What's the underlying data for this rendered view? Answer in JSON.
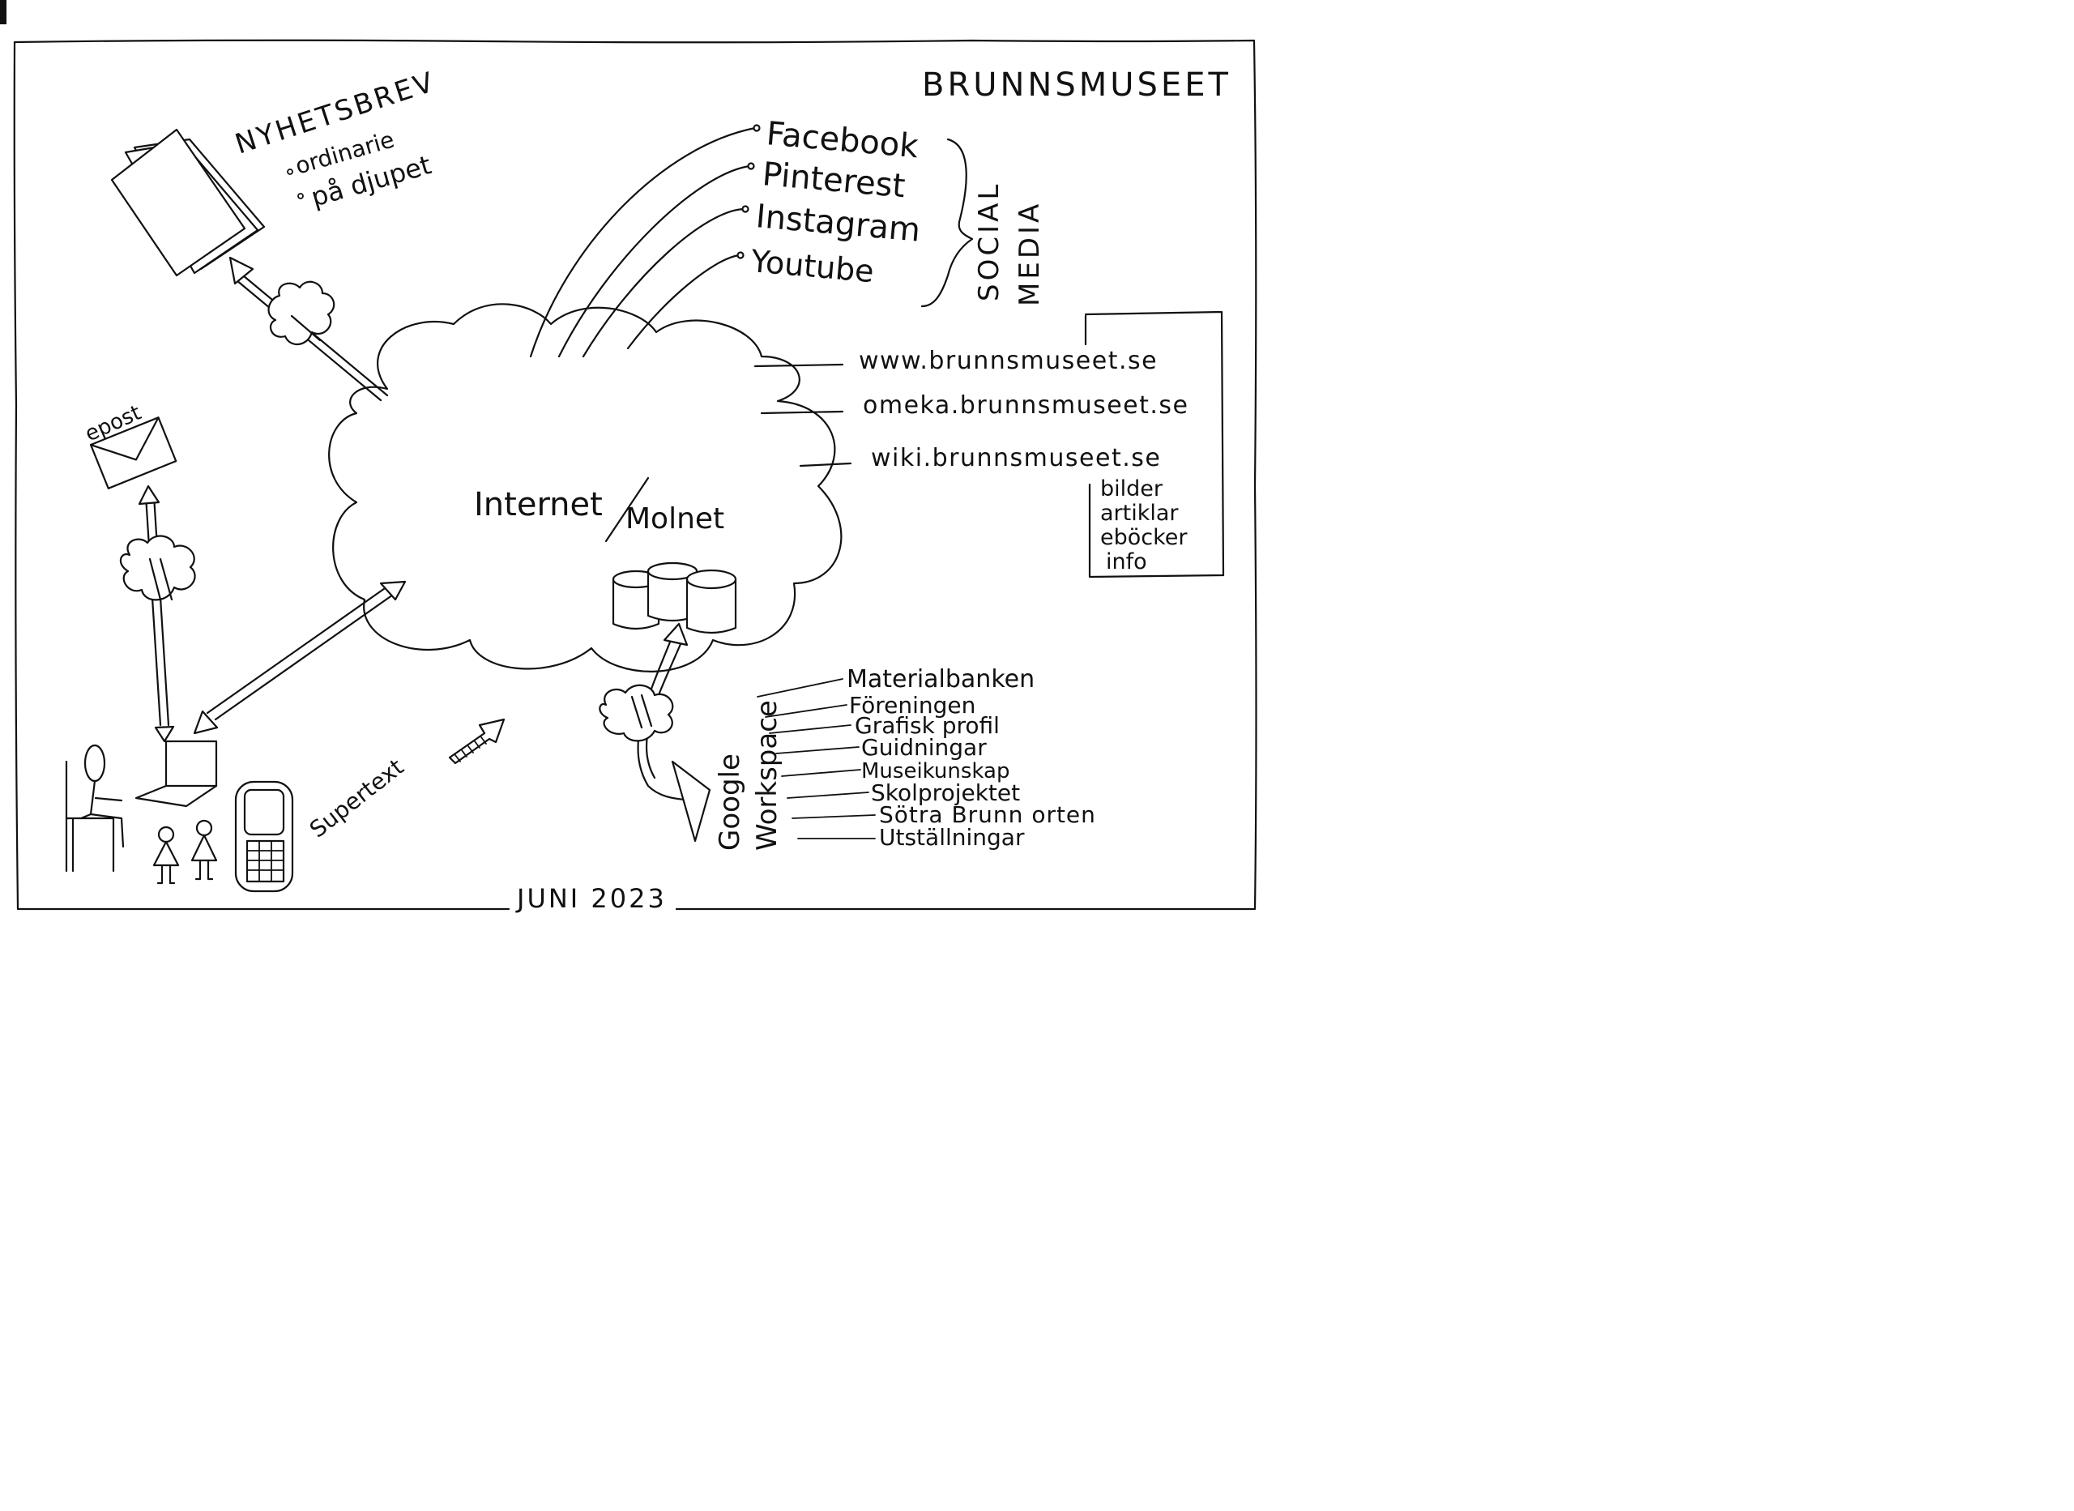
{
  "title": "BRUNNSMUSEET",
  "date": "JUNI 2023",
  "center": {
    "line1": "Internet",
    "line2": "Molnet"
  },
  "newsletter": {
    "title": "NYHETSBREV",
    "items": [
      "ordinarie",
      "på djupet"
    ]
  },
  "email": {
    "label": "epost"
  },
  "social": {
    "items": [
      "Facebook",
      "Pinterest",
      "Instagram",
      "Youtube"
    ],
    "group_line1": "SOCIAL",
    "group_line2": "MEDIA"
  },
  "websites": {
    "sites": [
      "www.brunnsmuseet.se",
      "omeka.brunnsmuseet.se",
      "wiki.brunnsmuseet.se"
    ],
    "content": [
      "bilder",
      "artiklar",
      "eböcker",
      "info"
    ]
  },
  "supertext": {
    "label": "Supertext"
  },
  "workspace": {
    "line1": "Google",
    "line2": "Workspace",
    "items": [
      "Materialbanken",
      "Föreningen",
      "Grafisk profil",
      "Guidningar",
      "Museikunskap",
      "Skolprojektet",
      "Sötra Brunn orten",
      "Utställningar"
    ]
  }
}
